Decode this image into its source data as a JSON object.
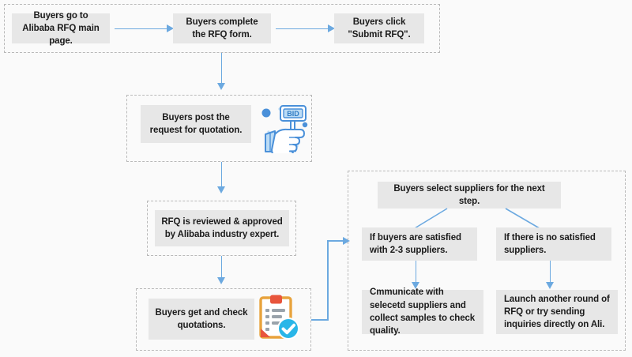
{
  "diagram": {
    "title": "Alibaba RFQ process flowchart",
    "colors": {
      "background": "#fafafa",
      "box_fill": "#e7e7e7",
      "box_text": "#1b1b1b",
      "connector": "#6ca9e0",
      "group_border": "#b9b9b9",
      "icon_blue": "#4a90d9",
      "icon_light_blue": "#bcdcf5",
      "icon_orange": "#e8a33d",
      "icon_red": "#e8553c",
      "icon_cyan": "#29b6e8"
    }
  },
  "stage1": {
    "name": "submit-rfq-row",
    "steps": [
      {
        "label": "Buyers go to Alibaba RFQ main page."
      },
      {
        "label": "Buyers complete the RFQ form."
      },
      {
        "label": "Buyers click \"Submit RFQ\"."
      }
    ]
  },
  "stage2": {
    "name": "post-request",
    "label": "Buyers post  the request for quotation.",
    "icon": "bid-paddle-hand-icon",
    "icon_text": "BID"
  },
  "stage3": {
    "name": "review-approve",
    "label": "RFQ is reviewed & approved by Alibaba industry expert."
  },
  "stage4": {
    "name": "get-quotations",
    "label": "Buyers get and check quotations.",
    "icon": "clipboard-check-icon"
  },
  "stage5": {
    "name": "supplier-selection-panel",
    "header": {
      "label": "Buyers select suppliers for the next step."
    },
    "branches": [
      {
        "condition": "If buyers are satisfied with 2-3 suppliers.",
        "action": "Cmmunicate with selecetd suppliers and collect samples to check quality."
      },
      {
        "condition": "If there is no satisfied suppliers.",
        "action": "Launch another round of RFQ or try sending inquiries directly on Ali."
      }
    ]
  }
}
